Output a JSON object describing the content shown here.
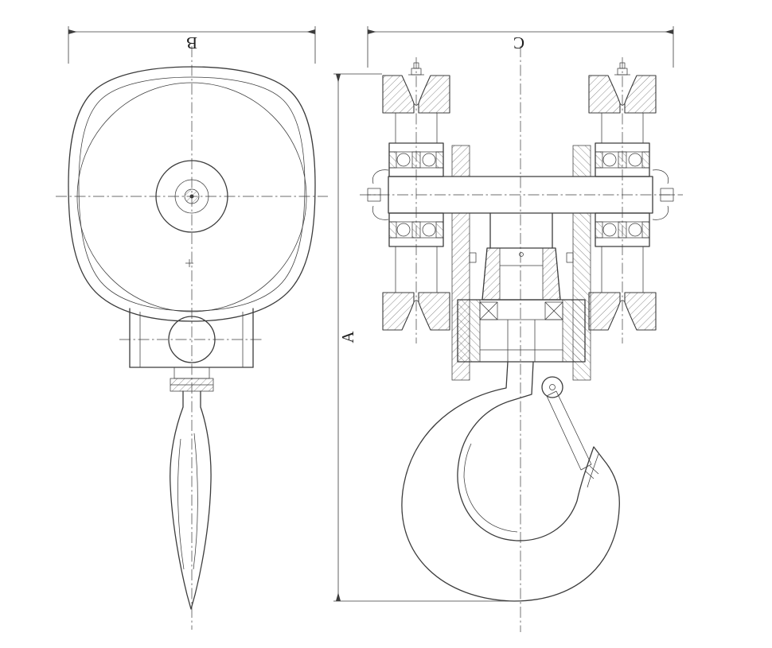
{
  "dimensions": {
    "a": "A",
    "b": "B",
    "c": "C"
  },
  "colors": {
    "line": "#3c3c3c",
    "hatch": "#5a5a5a",
    "background": "#ffffff",
    "label": "#1f1f1f"
  }
}
